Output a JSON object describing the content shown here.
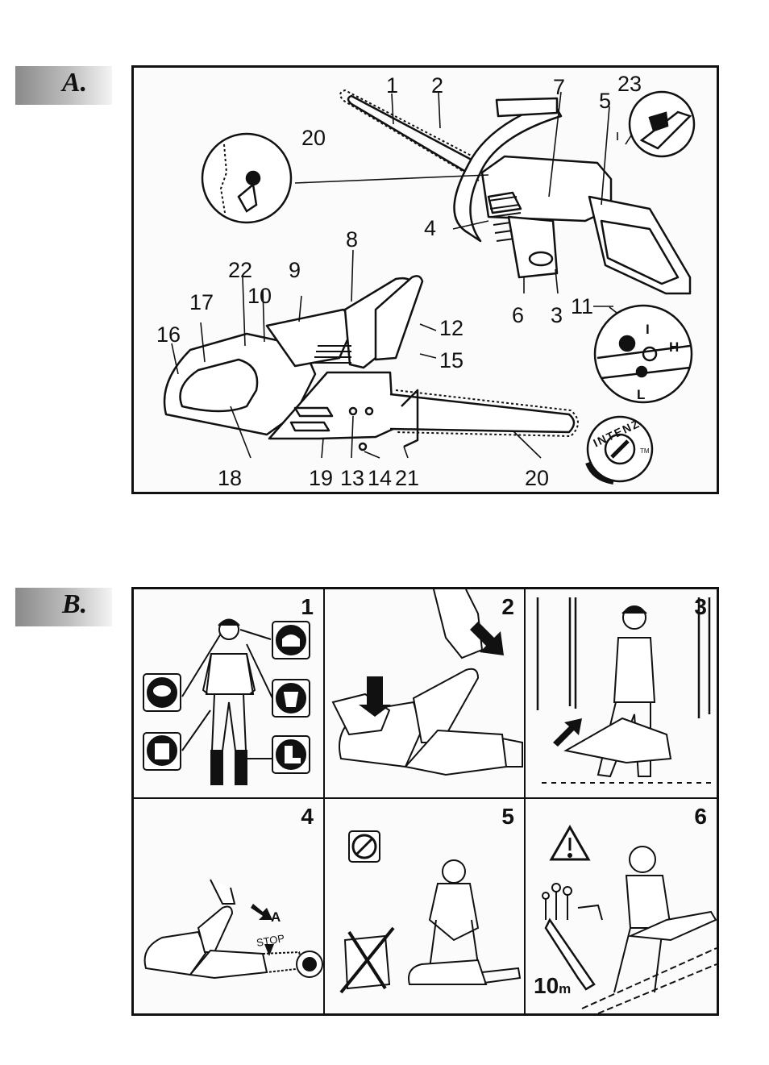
{
  "sections": {
    "a": {
      "letter": "A."
    },
    "b": {
      "letter": "B."
    }
  },
  "callouts": [
    "1",
    "2",
    "7",
    "23",
    "5",
    "20",
    "4",
    "8",
    "22",
    "9",
    "10",
    "17",
    "16",
    "12",
    "15",
    "6",
    "3",
    "11",
    "18",
    "19",
    "13",
    "14",
    "21",
    "20"
  ],
  "switch_positions": {
    "i": "I",
    "h": "H",
    "l": "L"
  },
  "intenz_label": "INTENZ",
  "intenz_tm": "TM",
  "steps": [
    "1",
    "2",
    "3",
    "4",
    "5",
    "6"
  ],
  "step4_marks": {
    "a": "A",
    "stop": "STOP"
  },
  "step6_distance": {
    "value": "10",
    "unit": "m"
  }
}
